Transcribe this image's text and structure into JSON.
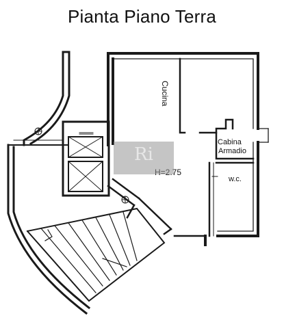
{
  "header": {
    "title": "Pianta Piano Terra"
  },
  "rooms": {
    "kitchen": "Cucina",
    "closet_line1": "Cabina",
    "closet_line2": "Armadio",
    "bathroom": "w.c."
  },
  "ceiling_height": "H=2.75",
  "watermark": {
    "logo": "Ri"
  },
  "colors": {
    "wall": "#1a1a1a",
    "background": "#ffffff",
    "watermark": "#969696"
  },
  "icons": [
    "fan-icon",
    "fan-icon"
  ]
}
